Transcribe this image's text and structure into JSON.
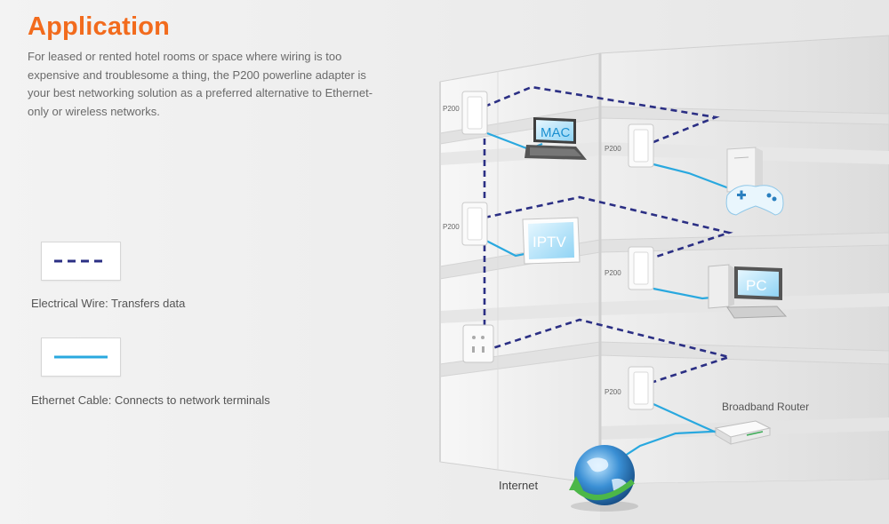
{
  "header": {
    "title": "Application",
    "description": "For leased or rented hotel rooms or space where wiring is too expensive and troublesome a thing, the P200 powerline adapter is your best networking solution as a preferred alternative to Ethernet-only or wireless networks."
  },
  "legend": {
    "electrical": "Electrical Wire: Transfers data",
    "ethernet": "Ethernet Cable: Connects to network terminals"
  },
  "diagram": {
    "adapter_label": "P200",
    "mac_label": "MAC",
    "iptv_label": "IPTV",
    "pc_label": "PC",
    "router_label": "Broadband Router",
    "internet_label": "Internet"
  },
  "colors": {
    "title": "#f26b1d",
    "electrical_wire": "#2b2f84",
    "ethernet_cable": "#29a8df"
  }
}
